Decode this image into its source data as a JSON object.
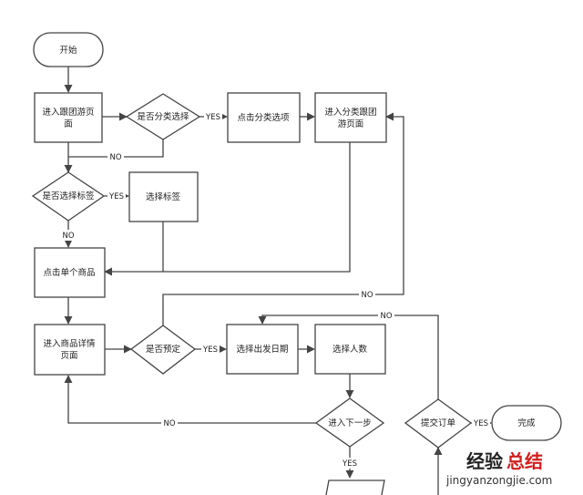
{
  "nodes": {
    "start": "开始",
    "enter_tour_page": [
      "进入跟团游页",
      "面"
    ],
    "choose_category": "是否分类选择",
    "click_category": "点击分类选项",
    "enter_category_page": [
      "进入分类跟团",
      "游页面"
    ],
    "choose_tag": "是否选择标签",
    "select_tag": "选择标签",
    "click_product": "点击单个商品",
    "enter_detail_page": [
      "进入商品详情",
      "页面"
    ],
    "book": "是否预定",
    "choose_date": "选择出发日期",
    "choose_people": "选择人数",
    "next_step": "进入下一步",
    "submit_order": "提交订单",
    "done": "完成"
  },
  "edge_labels": {
    "yes": "YES",
    "no": "NO"
  },
  "watermark": {
    "part1": "经验",
    "part2": "总结",
    "url": "jingyanzongjie.com"
  }
}
